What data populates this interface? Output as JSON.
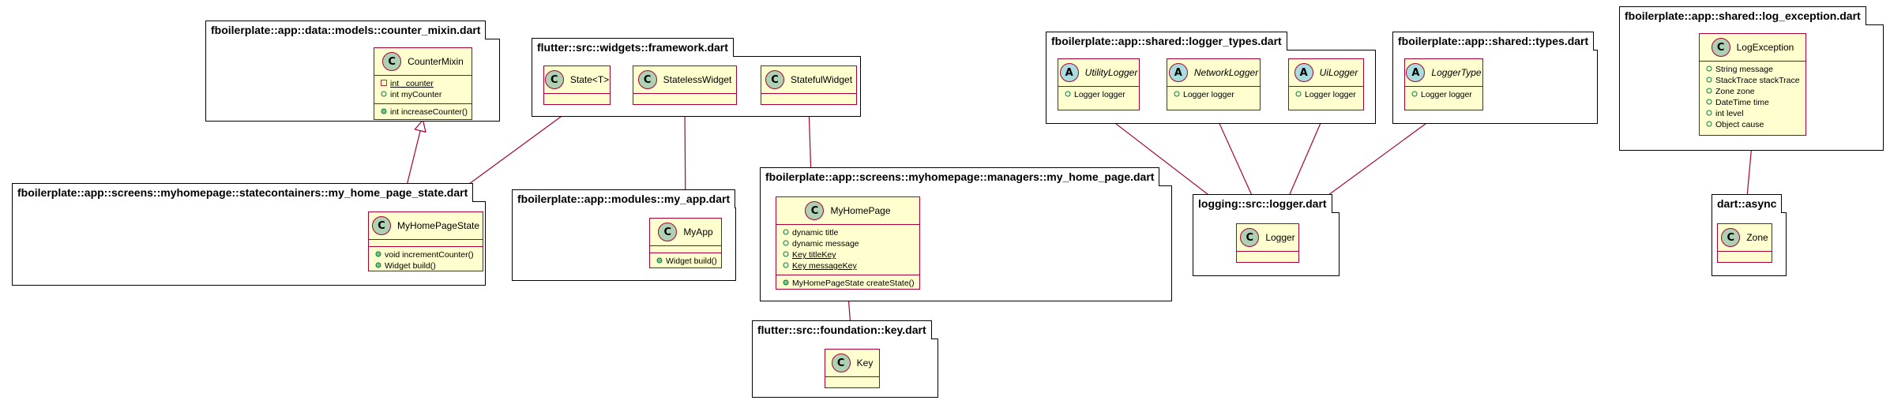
{
  "diagram": {
    "packages": {
      "counter_mixin": "fboilerplate::app::data::models::counter_mixin.dart",
      "framework": "flutter::src::widgets::framework.dart",
      "logger_types": "fboilerplate::app::shared::logger_types.dart",
      "shared_types": "fboilerplate::app::shared::types.dart",
      "log_exception": "fboilerplate::app::shared::log_exception.dart",
      "my_home_page_state": "fboilerplate::app::screens::myhomepage::statecontainers::my_home_page_state.dart",
      "my_app": "fboilerplate::app::modules::my_app.dart",
      "my_home_page": "fboilerplate::app::screens::myhomepage::managers::my_home_page.dart",
      "logger": "logging::src::logger.dart",
      "dart_async": "dart::async",
      "key": "flutter::src::foundation::key.dart"
    },
    "classes": {
      "counter_mixin": {
        "name": "CounterMixin",
        "fields": [
          {
            "vis": "private",
            "text": "int _counter",
            "static": true
          },
          {
            "vis": "public",
            "text": "int myCounter",
            "static": false
          }
        ],
        "methods": [
          {
            "vis": "public",
            "text": "int increaseCounter()",
            "static": false
          }
        ]
      },
      "state": {
        "name": "State<T>"
      },
      "stateless_widget": {
        "name": "StatelessWidget"
      },
      "stateful_widget": {
        "name": "StatefulWidget"
      },
      "utility_logger": {
        "name": "UtilityLogger",
        "fields": [
          {
            "vis": "public",
            "text": "Logger logger"
          }
        ]
      },
      "network_logger": {
        "name": "NetworkLogger",
        "fields": [
          {
            "vis": "public",
            "text": "Logger logger"
          }
        ]
      },
      "ui_logger": {
        "name": "UiLogger",
        "fields": [
          {
            "vis": "public",
            "text": "Logger logger"
          }
        ]
      },
      "logger_type": {
        "name": "LoggerType",
        "fields": [
          {
            "vis": "public",
            "text": "Logger logger"
          }
        ]
      },
      "log_exception": {
        "name": "LogException",
        "fields": [
          {
            "vis": "public",
            "text": "String message"
          },
          {
            "vis": "public",
            "text": "StackTrace stackTrace"
          },
          {
            "vis": "public",
            "text": "Zone zone"
          },
          {
            "vis": "public",
            "text": "DateTime time"
          },
          {
            "vis": "public",
            "text": "int level"
          },
          {
            "vis": "public",
            "text": "Object cause"
          }
        ]
      },
      "my_home_page_state": {
        "name": "MyHomePageState",
        "methods": [
          {
            "vis": "public",
            "text": "void incrementCounter()"
          },
          {
            "vis": "public",
            "text": "Widget build()"
          }
        ]
      },
      "my_app": {
        "name": "MyApp",
        "methods": [
          {
            "vis": "public",
            "text": "Widget build()"
          }
        ]
      },
      "my_home_page": {
        "name": "MyHomePage",
        "fields": [
          {
            "vis": "public",
            "text": "dynamic title",
            "static": false
          },
          {
            "vis": "public",
            "text": "dynamic message",
            "static": false
          },
          {
            "vis": "public",
            "text": "Key titleKey",
            "static": true
          },
          {
            "vis": "public",
            "text": "Key messageKey",
            "static": true
          }
        ],
        "methods": [
          {
            "vis": "public",
            "text": "MyHomePageState createState()"
          }
        ]
      },
      "logger": {
        "name": "Logger"
      },
      "zone": {
        "name": "Zone"
      },
      "key": {
        "name": "Key"
      }
    },
    "colors": {
      "class_fill": "#fefece",
      "class_border": "#a80036",
      "spot_class": "#add1b2",
      "spot_abstract": "#a9dcdf",
      "private_marker": "#c82930",
      "public_marker": "#038048"
    },
    "relations": [
      {
        "from": "my_home_page_state",
        "to": "counter_mixin",
        "type": "inheritance"
      },
      {
        "from": "my_home_page_state",
        "to": "state",
        "type": "inheritance"
      },
      {
        "from": "my_app",
        "to": "stateless_widget",
        "type": "inheritance"
      },
      {
        "from": "my_home_page",
        "to": "stateful_widget",
        "type": "inheritance"
      },
      {
        "from": "utility_logger",
        "to": "logger",
        "type": "aggregation"
      },
      {
        "from": "network_logger",
        "to": "logger",
        "type": "aggregation"
      },
      {
        "from": "ui_logger",
        "to": "logger",
        "type": "aggregation"
      },
      {
        "from": "logger_type",
        "to": "logger",
        "type": "aggregation"
      },
      {
        "from": "log_exception",
        "to": "zone",
        "type": "aggregation"
      },
      {
        "from": "my_home_page",
        "to": "key",
        "type": "aggregation"
      }
    ]
  }
}
